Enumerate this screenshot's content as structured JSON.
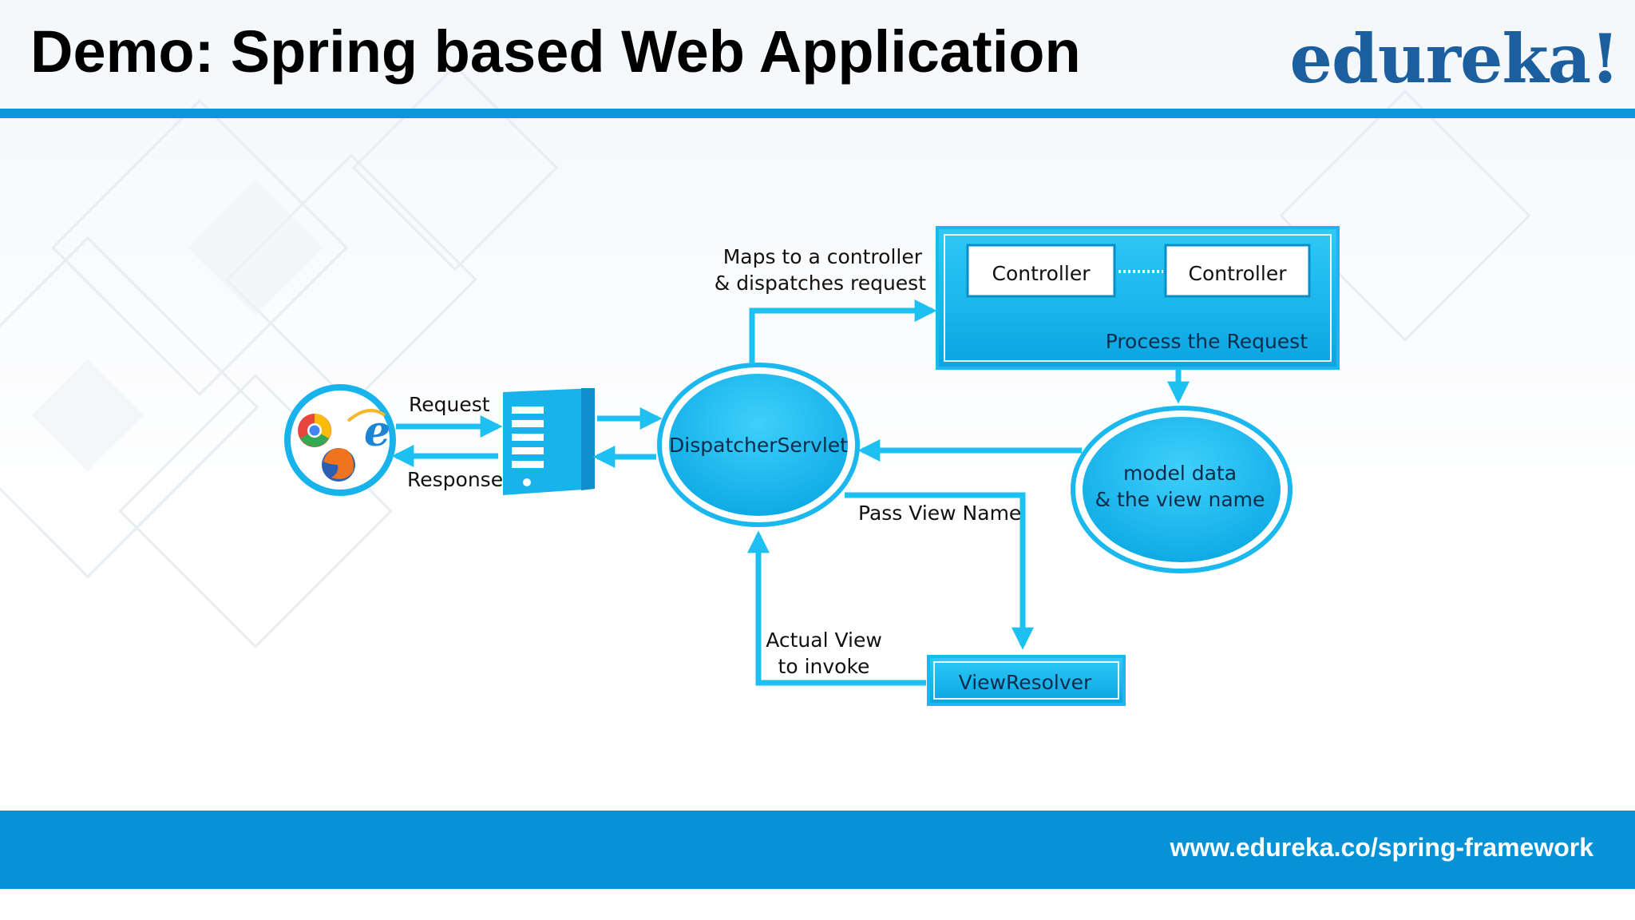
{
  "slide": {
    "title": "Demo: Spring based Web Application",
    "logo": "edureka!",
    "footer_url": "www.edureka.co/spring-framework"
  },
  "colors": {
    "accent": "#0c97d9",
    "footer": "#0592d6",
    "node_fill": "#0fb6ee",
    "arrow": "#1ec0f2",
    "logo": "#1b5f9e"
  },
  "diagram": {
    "browser_icons": [
      "chrome-icon",
      "internet-explorer-icon",
      "firefox-icon"
    ],
    "server_icon": "server-icon",
    "edges": {
      "request": "Request",
      "response": "Response",
      "maps_line1": "Maps to a controller",
      "maps_line2": "& dispatches request",
      "pass_view_name": "Pass View Name",
      "actual_view_line1": "Actual View",
      "actual_view_line2": "to invoke"
    },
    "nodes": {
      "dispatcher": "DispatcherServlet",
      "controller_a": "Controller",
      "controller_b": "Controller",
      "process": "Process the Request",
      "model_line1": "model data",
      "model_line2": "& the view name",
      "view_resolver": "ViewResolver"
    }
  }
}
